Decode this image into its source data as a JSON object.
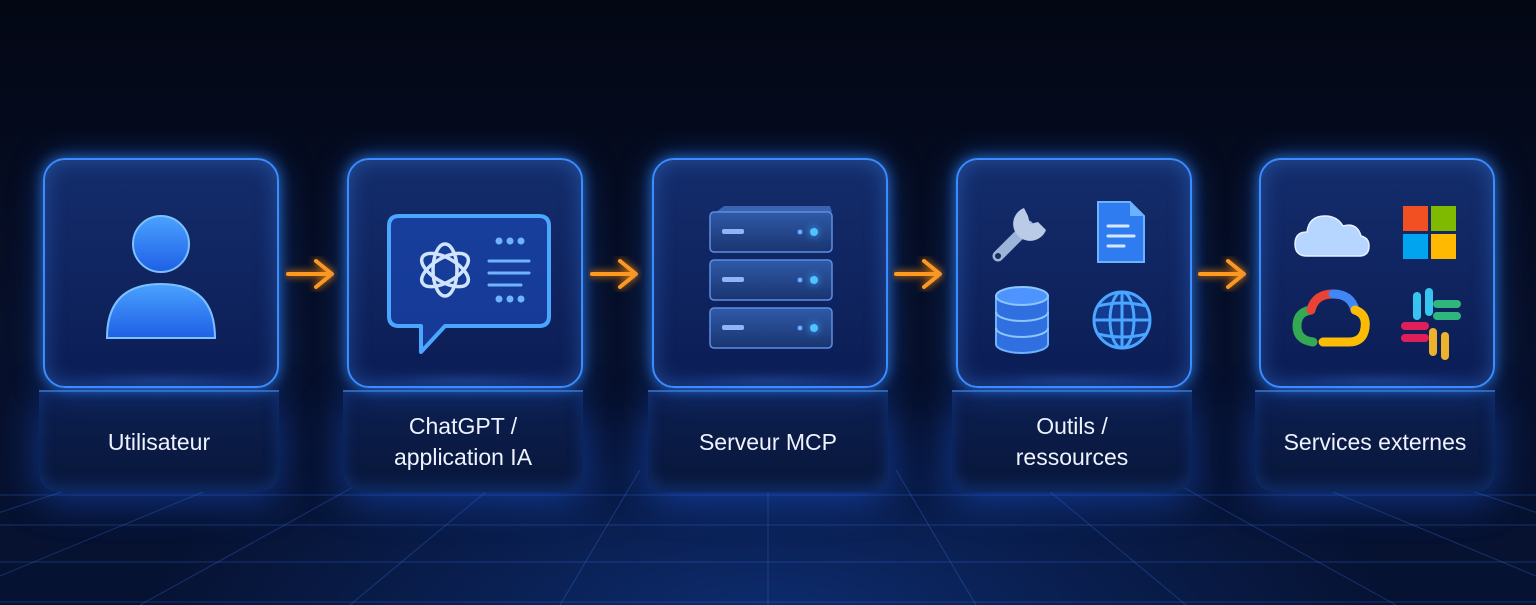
{
  "diagram": {
    "nodes": [
      {
        "id": "user",
        "label_lines": [
          "Utilisateur"
        ],
        "icon": "user-icon"
      },
      {
        "id": "chatgpt",
        "label_lines": [
          "ChatGPT /",
          "application IA"
        ],
        "icon": "chat-bubble-icon"
      },
      {
        "id": "mcp",
        "label_lines": [
          "Serveur MCP"
        ],
        "icon": "server-stack-icon"
      },
      {
        "id": "tools",
        "label_lines": [
          "Outils /",
          "ressources"
        ],
        "icons": [
          "wrench-icon",
          "document-icon",
          "database-icon",
          "globe-icon"
        ]
      },
      {
        "id": "services",
        "label_lines": [
          "Services externes"
        ],
        "icons": [
          "cloud-icon",
          "microsoft-logo-icon",
          "google-cloud-logo-icon",
          "slack-logo-icon"
        ]
      }
    ],
    "edges": [
      {
        "from": "user",
        "to": "chatgpt"
      },
      {
        "from": "chatgpt",
        "to": "mcp"
      },
      {
        "from": "mcp",
        "to": "tools"
      },
      {
        "from": "tools",
        "to": "services"
      }
    ],
    "colors": {
      "accent": "#3a8cff",
      "arrow": "#ff9a1f",
      "label": "#eef3ff"
    }
  }
}
